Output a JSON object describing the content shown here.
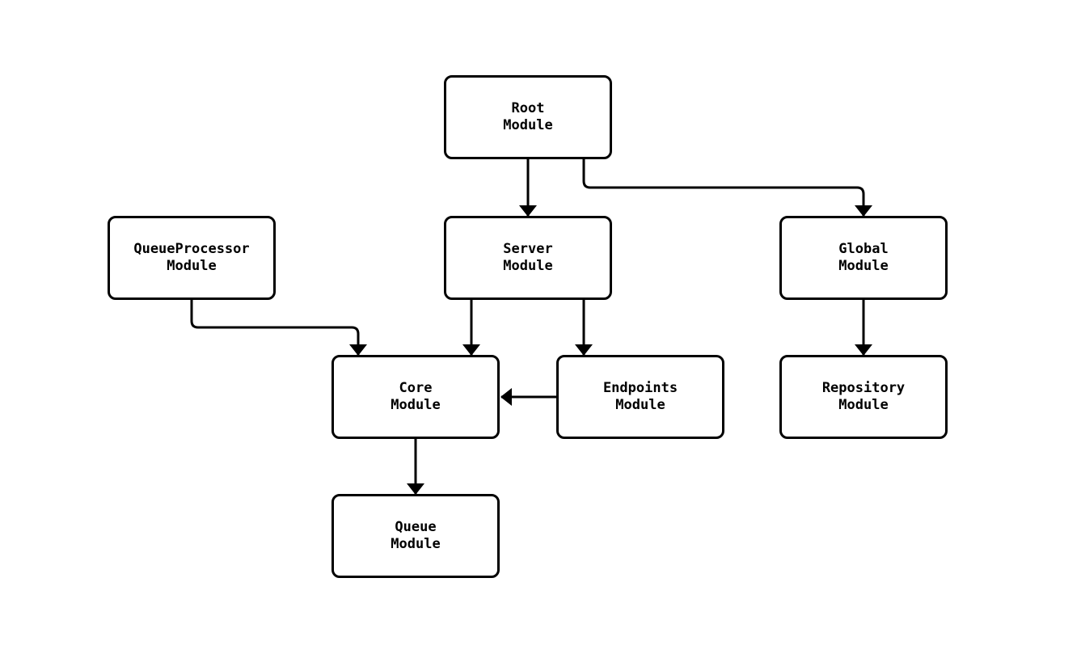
{
  "diagram": {
    "type": "module-dependency-graph",
    "colors": {
      "background": "#ffffff",
      "node_fill": "#ffffff",
      "node_border": "#000000",
      "edge": "#000000",
      "text": "#000000"
    },
    "nodes": [
      {
        "id": "root",
        "label": "Root\nModule"
      },
      {
        "id": "queueprocessor",
        "label": "QueueProcessor\nModule"
      },
      {
        "id": "server",
        "label": "Server\nModule"
      },
      {
        "id": "global",
        "label": "Global\nModule"
      },
      {
        "id": "core",
        "label": "Core\nModule"
      },
      {
        "id": "endpoints",
        "label": "Endpoints\nModule"
      },
      {
        "id": "repository",
        "label": "Repository\nModule"
      },
      {
        "id": "queue",
        "label": "Queue\nModule"
      }
    ],
    "edges": [
      {
        "from": "root",
        "to": "server"
      },
      {
        "from": "root",
        "to": "global"
      },
      {
        "from": "queueprocessor",
        "to": "core"
      },
      {
        "from": "server",
        "to": "core"
      },
      {
        "from": "server",
        "to": "endpoints"
      },
      {
        "from": "endpoints",
        "to": "core"
      },
      {
        "from": "global",
        "to": "repository"
      },
      {
        "from": "core",
        "to": "queue"
      }
    ]
  }
}
